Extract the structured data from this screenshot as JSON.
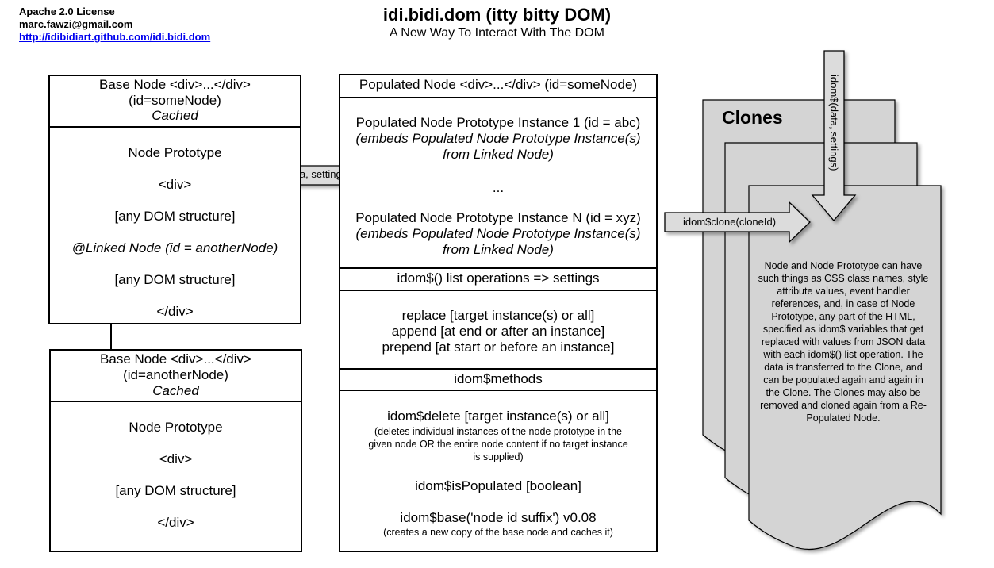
{
  "header": {
    "license": "Apache 2.0 License",
    "email": "marc.fawzi@gmail.com",
    "link": "http://idibidiart.github.com/idi.bidi.dom",
    "title": "idi.bidi.dom (itty bitty DOM)",
    "subtitle": "A New Way To Interact With The DOM"
  },
  "base_node_1": {
    "header_line1": "Base Node <div>...</div>",
    "header_line2": "(id=someNode)",
    "header_line3": "Cached",
    "body": [
      "Node Prototype",
      "<div>",
      "[any DOM structure]",
      "@Linked Node (id = anotherNode)",
      "[any DOM structure]",
      "</div>"
    ]
  },
  "base_node_2": {
    "header_line1": "Base Node <div>...</div>",
    "header_line2": "(id=anotherNode)",
    "header_line3": "Cached",
    "body": [
      "Node Prototype",
      "<div>",
      "[any DOM structure]",
      "</div>"
    ]
  },
  "arrows": {
    "clone_call": "idom$(cloneId, data, settings)",
    "clone_method": "idom$clone(cloneId)",
    "data_settings": "idom$(data, settings)"
  },
  "populated_node": {
    "header": "Populated Node <div>...</div> (id=someNode)",
    "instance1_line1": "Populated Node Prototype Instance 1 (id = abc)",
    "instance1_line2": "(embeds Populated Node Prototype Instance(s)",
    "instance1_line3": "from Linked Node)",
    "ellipsis": "...",
    "instanceN_line1": "Populated Node Prototype Instance N (id = xyz)",
    "instanceN_line2": "(embeds Populated Node Prototype Instance(s)",
    "instanceN_line3": "from Linked Node)",
    "list_ops_header": "idom$() list operations => settings",
    "list_ops": [
      "replace [target instance(s) or all]",
      "append [at end or after an instance]",
      "prepend [at start or before an instance]"
    ],
    "methods_header": "idom$methods",
    "delete_line": "idom$delete [target instance(s) or all]",
    "delete_note_1": "(deletes individual instances of the node prototype in the",
    "delete_note_2": "given node OR the entire node content if no target instance",
    "delete_note_3": "is supplied)",
    "is_populated": "idom$isPopulated [boolean]",
    "base_line": "idom$base('node id suffix') v0.08",
    "base_note": "(creates a new copy of the base node and caches it)"
  },
  "clones": {
    "title": "Clones",
    "description": "Node and Node Prototype can have such things as CSS class names, style attribute values, event handler references, and, in case of Node Prototype, any part of the HTML, specified as idom$ variables that get replaced with values from JSON data with each idom$() list operation. The data is transferred to the Clone, and can be populated again and again in the Clone. The Clones may also be removed and cloned again from a Re-Populated Node."
  },
  "colors": {
    "arrow_fill": "#dcdcdc",
    "clone_fill": "#d4d4d4",
    "link": "#0000ee"
  }
}
